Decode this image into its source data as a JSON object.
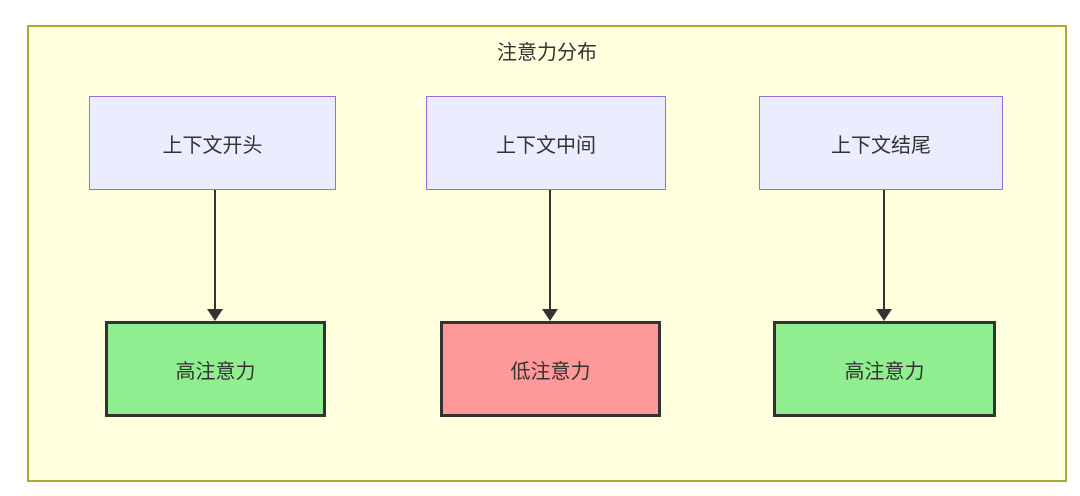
{
  "diagram": {
    "title": "注意力分布",
    "columns": [
      {
        "source": "上下文开头",
        "target": "高注意力",
        "attention": "high"
      },
      {
        "source": "上下文中间",
        "target": "低注意力",
        "attention": "low"
      },
      {
        "source": "上下文结尾",
        "target": "高注意力",
        "attention": "high"
      }
    ],
    "colors": {
      "panel_bg": "#ffffde",
      "panel_border": "#aaaa33",
      "source_bg": "#ececff",
      "source_border": "#9370db",
      "high_attention_bg": "#90ee90",
      "low_attention_bg": "#ff9999",
      "target_border": "#333333",
      "arrow": "#333333",
      "text": "#333333"
    }
  }
}
